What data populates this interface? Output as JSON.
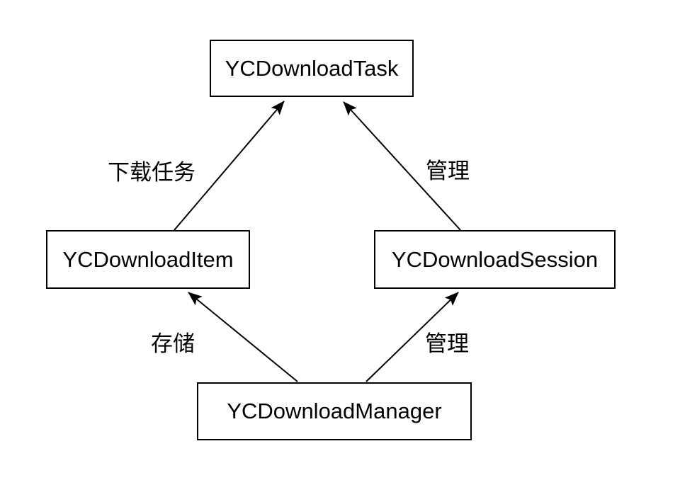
{
  "diagram": {
    "nodes": [
      {
        "id": "task",
        "label": "YCDownloadTask"
      },
      {
        "id": "item",
        "label": "YCDownloadItem"
      },
      {
        "id": "session",
        "label": "YCDownloadSession"
      },
      {
        "id": "manager",
        "label": "YCDownloadManager"
      }
    ],
    "edges": [
      {
        "from": "item",
        "to": "task",
        "label": "下载任务"
      },
      {
        "from": "session",
        "to": "task",
        "label": "管理"
      },
      {
        "from": "manager",
        "to": "item",
        "label": "存储"
      },
      {
        "from": "manager",
        "to": "session",
        "label": "管理"
      }
    ],
    "colors": {
      "stroke": "#000000",
      "background": "#ffffff",
      "text": "#000000"
    }
  }
}
